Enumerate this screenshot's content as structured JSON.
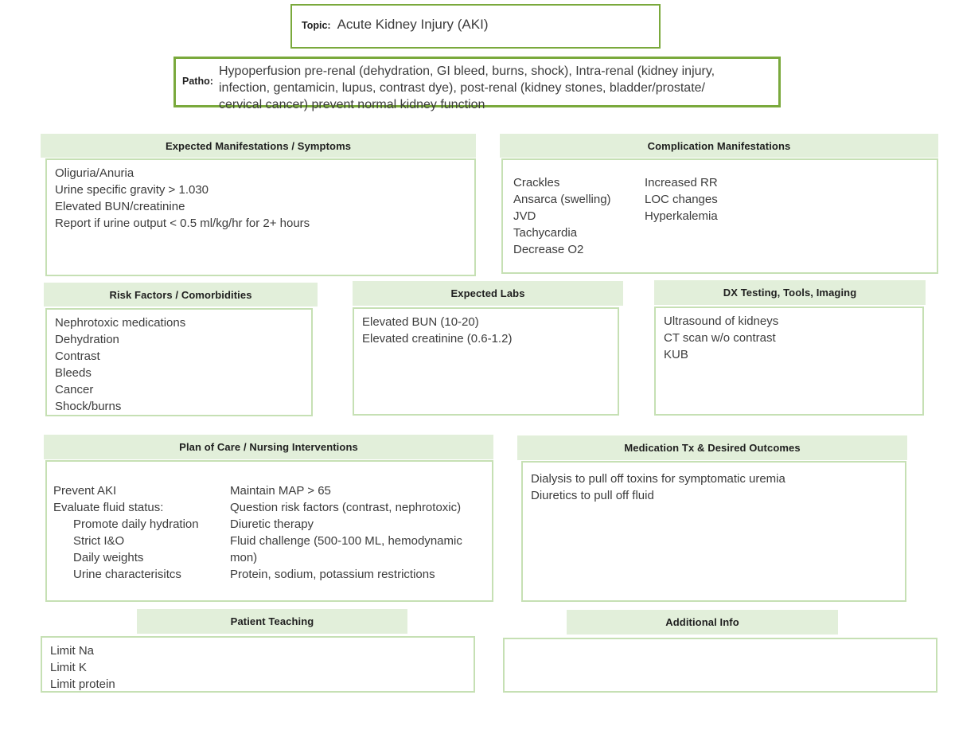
{
  "topic": {
    "label": "Topic:",
    "value": "Acute Kidney Injury (AKI)"
  },
  "patho": {
    "label": "Patho:",
    "lines": [
      "Hypoperfusion pre-renal (dehydration, GI bleed, burns, shock), Intra-renal (kidney injury,",
      "infection, gentamicin, lupus, contrast dye), post-renal (kidney stones, bladder/prostate/",
      "cervical cancer) prevent normal kidney function"
    ]
  },
  "sections": {
    "expected_manifestations": {
      "title": "Expected Manifestations / Symptoms",
      "lines": [
        "Oliguria/Anuria",
        "Urine specific gravity > 1.030",
        "Elevated BUN/creatinine",
        "Report if urine output < 0.5 ml/kg/hr for 2+ hours"
      ]
    },
    "complications": {
      "title": "Complication Manifestations",
      "col1": [
        "Crackles",
        "Ansarca (swelling)",
        "JVD",
        "Tachycardia",
        "Decrease O2"
      ],
      "col2": [
        "Increased RR",
        "LOC changes",
        "Hyperkalemia"
      ]
    },
    "risk_factors": {
      "title": "Risk Factors / Comorbidities",
      "lines": [
        "Nephrotoxic medications",
        "Dehydration",
        "Contrast",
        "Bleeds",
        "Cancer",
        "Shock/burns"
      ]
    },
    "expected_labs": {
      "title": "Expected Labs",
      "lines": [
        "Elevated BUN (10-20)",
        "Elevated creatinine (0.6-1.2)"
      ]
    },
    "dx_testing": {
      "title": "DX Testing, Tools, Imaging",
      "lines": [
        "Ultrasound of kidneys",
        "CT scan w/o contrast",
        "KUB"
      ]
    },
    "plan_of_care": {
      "title": "Plan of Care / Nursing Interventions",
      "col1": [
        "Prevent AKI",
        "Evaluate fluid status:",
        "      Promote daily hydration",
        "      Strict I&O",
        "      Daily weights",
        "      Urine characterisitcs"
      ],
      "col2": [
        "Maintain MAP > 65",
        "Question risk factors (contrast, nephrotoxic)",
        "Diuretic therapy",
        "Fluid challenge (500-100 ML, hemodynamic",
        "mon)",
        "Protein, sodium, potassium restrictions"
      ]
    },
    "medication_tx": {
      "title": "Medication Tx & Desired Outcomes",
      "lines": [
        "Dialysis to pull off toxins for symptomatic uremia",
        "Diuretics to pull off fluid"
      ]
    },
    "patient_teaching": {
      "title": "Patient Teaching",
      "lines": [
        "Limit Na",
        "Limit K",
        "Limit protein"
      ]
    },
    "additional_info": {
      "title": "Additional Info",
      "lines": []
    }
  },
  "colors": {
    "strong_border": "#7aa93c",
    "light_border": "#c6e0b4",
    "header_fill": "#e2efda",
    "text": "#3c3c3c"
  }
}
